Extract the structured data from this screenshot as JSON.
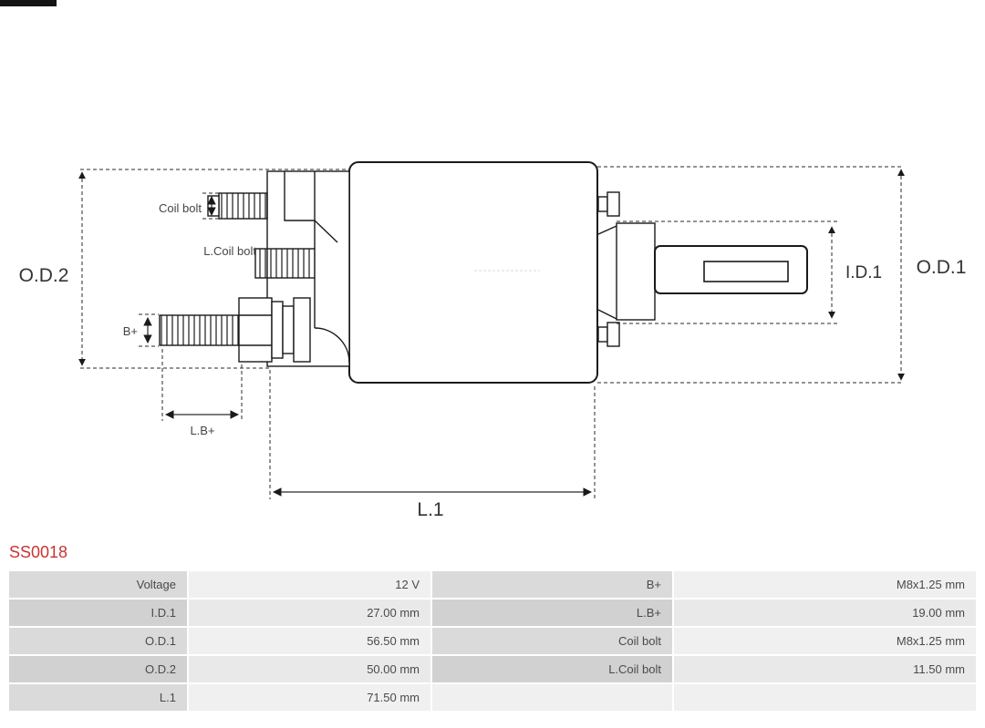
{
  "part": {
    "code": "SS0018"
  },
  "colors": {
    "part_code": "#cc3333",
    "table_label_bg": "#d6d6d6",
    "table_value_bg": "#efefef",
    "diagram_line": "#1a1a1a"
  },
  "diagram": {
    "labels": {
      "od2": "O.D.2",
      "od1": "O.D.1",
      "id1": "I.D.1",
      "coil_bolt": "Coil bolt",
      "l_coil_bolt": "L.Coil bolt",
      "b_plus": "B+",
      "l_b_plus": "L.B+",
      "l1": "L.1"
    }
  },
  "table": {
    "rows": [
      {
        "c1": "Voltage",
        "c2": "12 V",
        "c3": "B+",
        "c4": "M8x1.25 mm"
      },
      {
        "c1": "I.D.1",
        "c2": "27.00 mm",
        "c3": "L.B+",
        "c4": "19.00 mm"
      },
      {
        "c1": "O.D.1",
        "c2": "56.50 mm",
        "c3": "Coil bolt",
        "c4": "M8x1.25 mm"
      },
      {
        "c1": "O.D.2",
        "c2": "50.00 mm",
        "c3": "L.Coil bolt",
        "c4": "11.50 mm"
      },
      {
        "c1": "L.1",
        "c2": "71.50 mm",
        "c3": "",
        "c4": ""
      }
    ]
  }
}
